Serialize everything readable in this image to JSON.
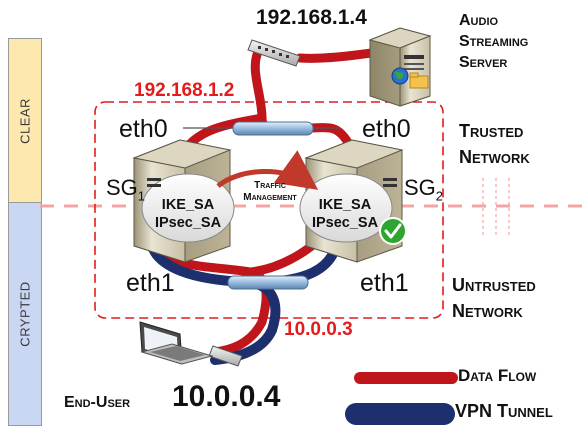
{
  "zones": {
    "clear_label": "CLEAR",
    "crypted_label": "CRYPTED"
  },
  "nodes": {
    "audio_ip": "192.168.1.4",
    "audio_label": [
      "Audio",
      "Streaming",
      "Server"
    ],
    "gateway_ip": "192.168.1.2",
    "client_net_ip": "10.0.0.3",
    "end_user_ip": "10.0.0.4",
    "end_user_label": "End-User"
  },
  "gateways": {
    "sg1_name": "SG",
    "sg1_sub": "1",
    "sg2_name": "SG",
    "sg2_sub": "2",
    "eth0": "eth0",
    "eth1": "eth1",
    "ike_sa": "IKE_SA",
    "ipsec_sa": "IPsec_SA"
  },
  "traffic": {
    "line1": "Traffic",
    "line2": "Management"
  },
  "networks": {
    "trusted_line1": "Trusted",
    "trusted_line2": "Network",
    "untrusted_line1": "Untrusted",
    "untrusted_line2": "Network"
  },
  "legend": {
    "data_flow_label": "Data Flow",
    "vpn_tunnel_label": "VPN Tunnel",
    "data_flow_color": "#c0151b",
    "vpn_tunnel_color": "#1e2f6e"
  },
  "colors": {
    "red_text": "#e31b1b",
    "dashed_box": "#e31b1b",
    "status_check": "#2ea52e"
  }
}
